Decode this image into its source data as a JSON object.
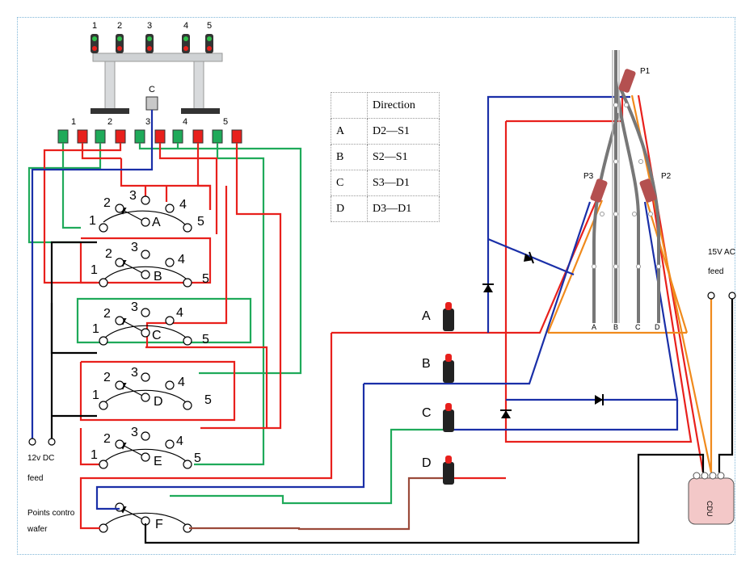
{
  "signals": {
    "top_numbers": [
      "1",
      "2",
      "3",
      "4",
      "5"
    ],
    "c_label": "C",
    "lamp_numbers": [
      "1",
      "2",
      "3",
      "4",
      "5"
    ]
  },
  "table": {
    "header": "Direction",
    "rows": [
      {
        "id": "A",
        "route": "D2—S1"
      },
      {
        "id": "B",
        "route": "S2—S1"
      },
      {
        "id": "C",
        "route": "S3—D1"
      },
      {
        "id": "D",
        "route": "D3—D1"
      }
    ]
  },
  "wafers": [
    {
      "letter": "A",
      "contacts": [
        "1",
        "2",
        "3",
        "4",
        "5"
      ]
    },
    {
      "letter": "B",
      "contacts": [
        "1",
        "2",
        "3",
        "4",
        "5"
      ]
    },
    {
      "letter": "C",
      "contacts": [
        "1",
        "2",
        "3",
        "4",
        "5"
      ]
    },
    {
      "letter": "D",
      "contacts": [
        "1",
        "2",
        "3",
        "4",
        "5"
      ]
    },
    {
      "letter": "E",
      "contacts": [
        "1",
        "2",
        "3",
        "4",
        "5"
      ]
    }
  ],
  "points_wafer": {
    "letter": "F",
    "label_line1": "Points contro",
    "label_line2": "wafer"
  },
  "feeds": {
    "dc_line1": "12v DC",
    "dc_line2": "feed",
    "ac_line1": "15V AC",
    "ac_line2": "feed"
  },
  "buttons": [
    "A",
    "B",
    "C",
    "D"
  ],
  "points": [
    "P1",
    "P2",
    "P3"
  ],
  "tracks": [
    "A",
    "B",
    "C",
    "D"
  ],
  "cdu": "CDU",
  "colors": {
    "red": "#e8201c",
    "green": "#1faa5a",
    "blue": "#1a2fa8",
    "black": "#000000",
    "orange": "#f08a1c",
    "brown": "#9b4a3a"
  }
}
